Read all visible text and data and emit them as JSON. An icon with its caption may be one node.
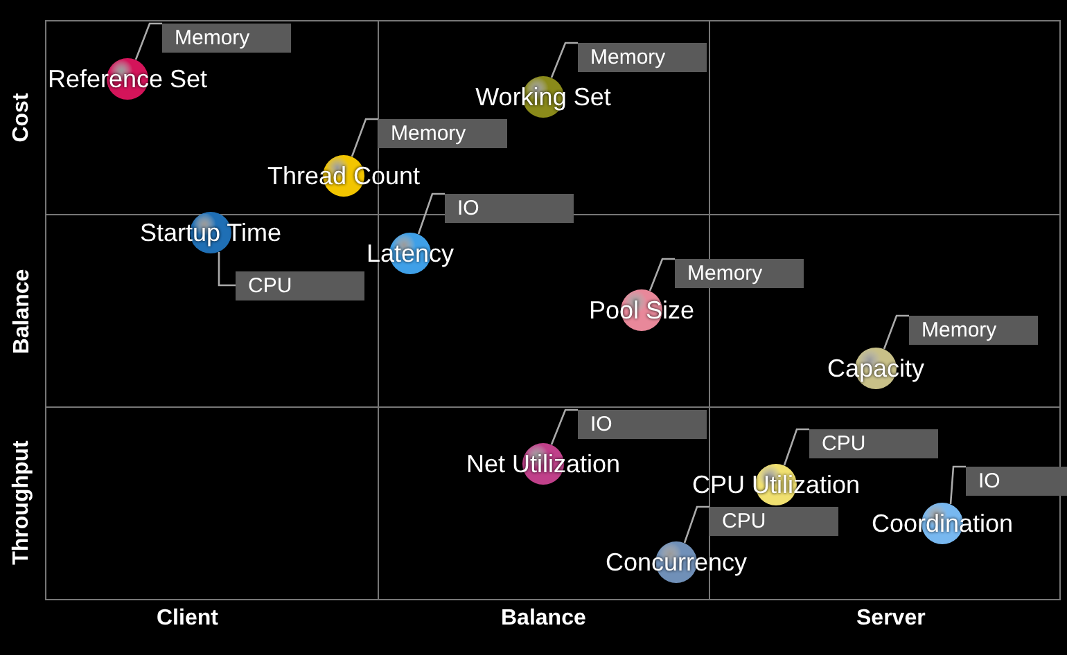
{
  "diagram": {
    "nodes": [
      {
        "text": [
          "Reference Set"
        ]
      },
      {
        "text": [
          "Memory"
        ]
      },
      {
        "text": [
          "Working Set"
        ]
      },
      {
        "text": [
          "Memory"
        ]
      },
      {
        "text": [
          "Thread Count"
        ]
      },
      {
        "text": [
          "Memory"
        ]
      },
      {
        "text": [
          "Startup Time"
        ]
      },
      {
        "text": [
          "CPU"
        ]
      },
      {
        "text": [
          "Latency"
        ]
      },
      {
        "text": [
          "IO"
        ]
      },
      {
        "text": [
          "Pool Size"
        ]
      },
      {
        "text": [
          "Memory"
        ]
      },
      {
        "text": [
          "Capacity"
        ]
      },
      {
        "text": [
          "Memory"
        ]
      },
      {
        "text": [
          "Net Utilization"
        ]
      },
      {
        "text": [
          "IO"
        ]
      },
      {
        "text": [
          "CPU Utilization"
        ]
      },
      {
        "text": [
          "CPU"
        ]
      },
      {
        "text": [
          "Coordination"
        ]
      },
      {
        "text": [
          "IO"
        ]
      },
      {
        "text": [
          "Concurrency"
        ]
      },
      {
        "text": [
          "CPU"
        ]
      }
    ],
    "edges": [
      {
        "from": 1,
        "to": 0,
        "arrow": "none"
      },
      {
        "from": 3,
        "to": 2,
        "arrow": "none"
      },
      {
        "from": 5,
        "to": 4,
        "arrow": "none"
      },
      {
        "from": 7,
        "to": 6,
        "arrow": "none"
      },
      {
        "from": 9,
        "to": 8,
        "arrow": "none"
      },
      {
        "from": 11,
        "to": 10,
        "arrow": "none"
      },
      {
        "from": 13,
        "to": 12,
        "arrow": "none"
      },
      {
        "from": 15,
        "to": 14,
        "arrow": "none"
      },
      {
        "from": 17,
        "to": 16,
        "arrow": "none"
      },
      {
        "from": 19,
        "to": 18,
        "arrow": "none"
      },
      {
        "from": 21,
        "to": 20,
        "arrow": "none"
      }
    ],
    "labels": [
      "Cost",
      "Balance",
      "Throughput",
      "Client",
      "Balance",
      "Server"
    ]
  }
}
